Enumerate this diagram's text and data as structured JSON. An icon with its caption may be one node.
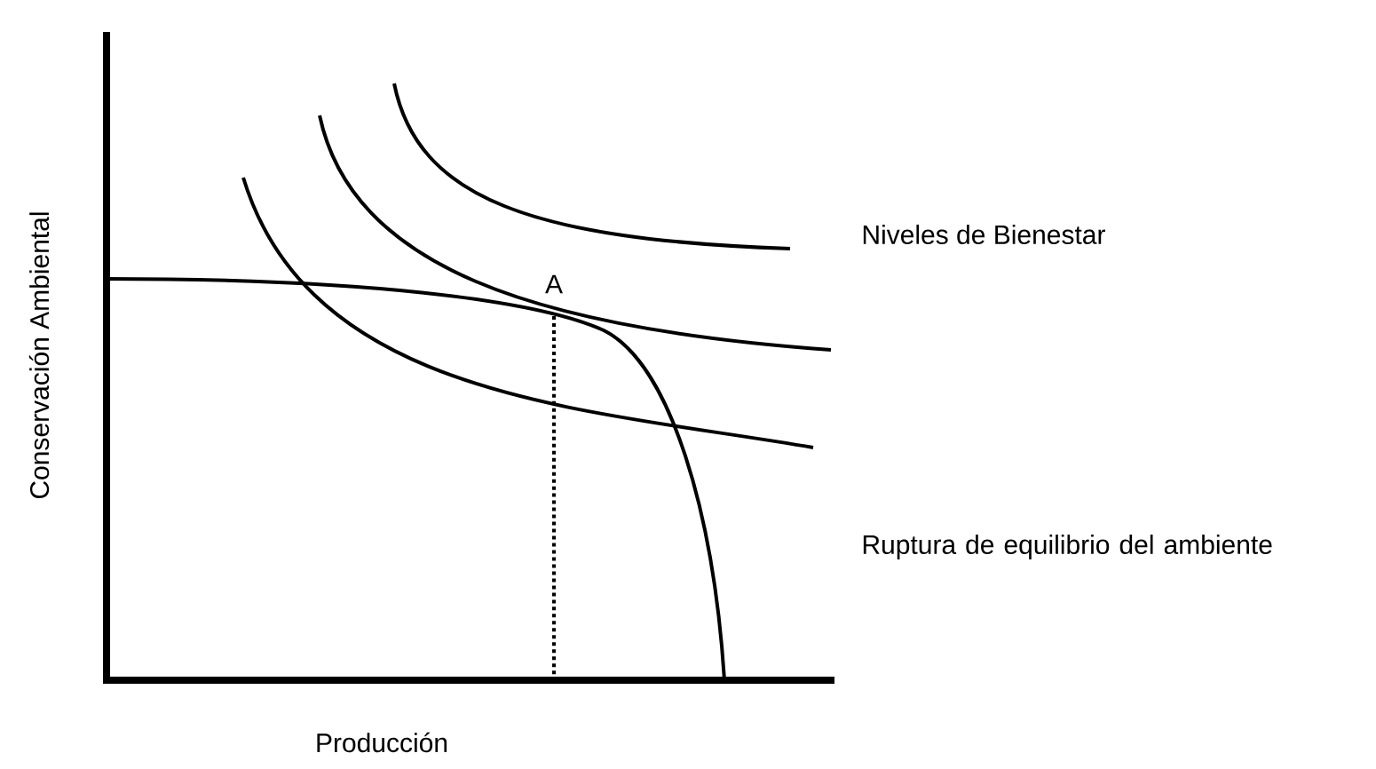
{
  "diagram": {
    "labels": [
      "Conservación Ambiental",
      "A",
      "Niveles de Bienestar",
      "Ruptura de equilibrio del ambiente",
      "Producción"
    ]
  }
}
